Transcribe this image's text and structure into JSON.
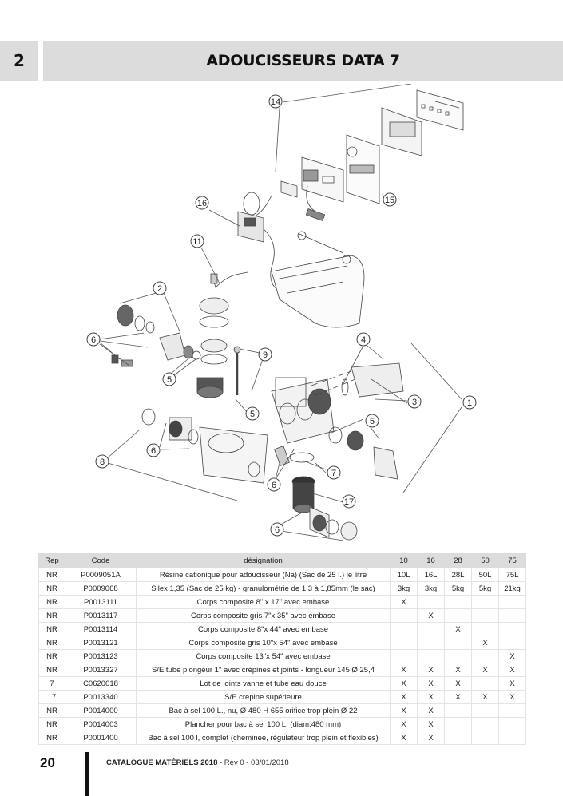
{
  "header": {
    "section_number": "2",
    "title": "ADOUCISSEURS DATA 7"
  },
  "diagram": {
    "callouts": [
      "14",
      "15",
      "16",
      "11",
      "2",
      "6",
      "5",
      "9",
      "4",
      "3",
      "1",
      "5",
      "8",
      "6",
      "5",
      "7",
      "6",
      "17",
      "6"
    ]
  },
  "table": {
    "headers": [
      "Rep",
      "Code",
      "désignation",
      "10",
      "16",
      "28",
      "50",
      "75"
    ],
    "rows": [
      [
        "NR",
        "P0009051A",
        "Résine cationique pour adoucisseur (Na) (Sac de 25 l.) le litre",
        "10L",
        "16L",
        "28L",
        "50L",
        "75L"
      ],
      [
        "NR",
        "P0009068",
        "Silex 1,35 (Sac de 25 kg) - granulométrie de 1,3 à 1,85mm (le sac)",
        "3kg",
        "3kg",
        "5kg",
        "5kg",
        "21kg"
      ],
      [
        "NR",
        "P0013111",
        "Corps composite 8\" x 17\" avec embase",
        "X",
        "",
        "",
        "",
        ""
      ],
      [
        "NR",
        "P0013117",
        "Corps composite gris 7\"x 35\" avec embase",
        "",
        "X",
        "",
        "",
        ""
      ],
      [
        "NR",
        "P0013114",
        "Corps composite 8\"x 44\" avec embase",
        "",
        "",
        "X",
        "",
        ""
      ],
      [
        "NR",
        "P0013121",
        "Corps composite gris 10\"x 54\" avec embase",
        "",
        "",
        "",
        "X",
        ""
      ],
      [
        "NR",
        "P0013123",
        "Corps composite 13\"x 54\" avec embase",
        "",
        "",
        "",
        "",
        "X"
      ],
      [
        "NR",
        "P0013327",
        "S/E tube plongeur 1\" avec crépines et joints - longueur 145 Ø 25,4",
        "X",
        "X",
        "X",
        "X",
        "X"
      ],
      [
        "7",
        "C0620018",
        "Lot de joints vanne et tube eau douce",
        "X",
        "X",
        "X",
        "",
        "X"
      ],
      [
        "17",
        "P0013340",
        "S/E crépine supérieure",
        "X",
        "X",
        "X",
        "X",
        "X"
      ],
      [
        "NR",
        "P0014000",
        "Bac à sel 100 L., nu, Ø 480 H 655 orifice trop plein Ø 22",
        "X",
        "X",
        "",
        "",
        ""
      ],
      [
        "NR",
        "P0014003",
        "Plancher pour bac à sel 100 L. (diam.480 mm)",
        "X",
        "X",
        "",
        "",
        ""
      ],
      [
        "NR",
        "P0001400",
        "Bac à sel 100 l, complet (cheminée, régulateur trop plein et flexibles)",
        "X",
        "X",
        "",
        "",
        ""
      ]
    ]
  },
  "footer": {
    "page_number": "20",
    "catalogue": "CATALOGUE MATÉRIELS 2018",
    "revision": " - Rev 0 - 03/01/2018"
  }
}
